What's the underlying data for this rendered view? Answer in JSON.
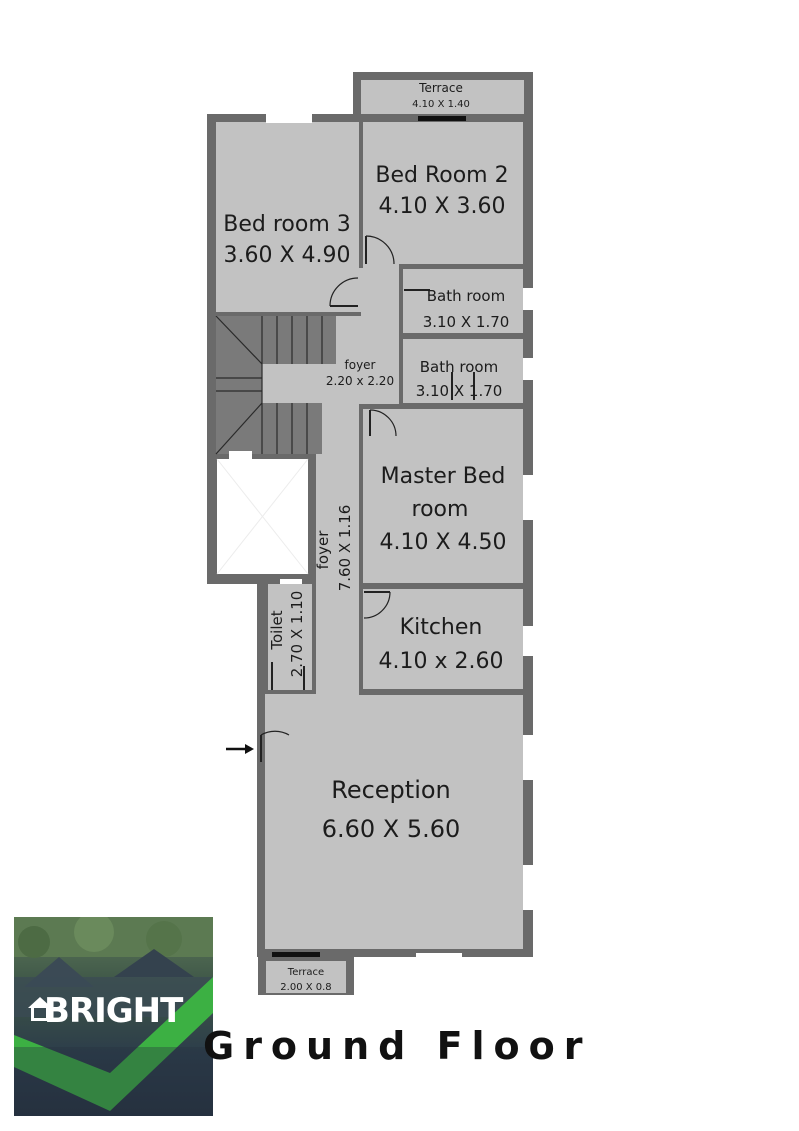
{
  "rooms": {
    "terrace_top": {
      "name": "Terrace",
      "size": "4.10 X 1.40"
    },
    "bed_room_2": {
      "name": "Bed Room 2",
      "size": "4.10 X 3.60"
    },
    "bed_room_3": {
      "name": "Bed room 3",
      "size": "3.60 X 4.90"
    },
    "bath_room_1": {
      "name": "Bath room",
      "size": "3.10 X 1.70"
    },
    "bath_room_2": {
      "name": "Bath room",
      "size": "3.10 X 1.70"
    },
    "foyer_upper": {
      "name": "foyer",
      "size": "2.20 x 2.20"
    },
    "master_bed": {
      "name_line1": "Master Bed",
      "name_line2": "room",
      "size": "4.10 X 4.50"
    },
    "foyer_long": {
      "name": "foyer",
      "size": "7.60 X 1.16"
    },
    "toilet": {
      "name": "Toilet",
      "size": "2.70 X 1.10"
    },
    "kitchen": {
      "name": "Kitchen",
      "size": "4.10 x 2.60"
    },
    "reception": {
      "name": "Reception",
      "size": "6.60 X 5.60"
    },
    "terrace_bottom": {
      "name": "Terrace",
      "size": "2.00 X 0.8"
    }
  },
  "title": "Ground Floor",
  "brand": {
    "name": "BRIGHT",
    "accent_color": "#3cb043"
  },
  "icons": {
    "entrance": "entrance-arrow-icon",
    "brand": "house-icon"
  },
  "colors": {
    "room_fill": "#c2c2c2",
    "wall": "#6a6a6a",
    "stairs": "#777777"
  }
}
